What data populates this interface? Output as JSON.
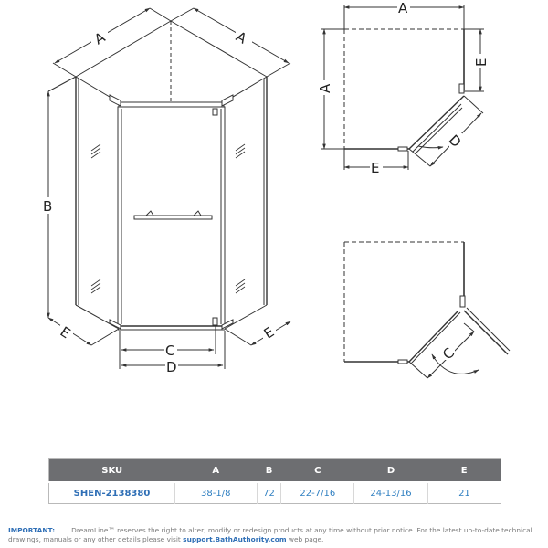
{
  "drawing": {
    "front_view": {
      "labels": {
        "a_left": "A",
        "a_right": "A",
        "b": "B",
        "c": "C",
        "d": "D",
        "e_left": "E",
        "e_right": "E"
      }
    },
    "top_view": {
      "labels": {
        "a_top": "A",
        "a_left": "A",
        "e_right": "E",
        "e_bottom": "E",
        "d": "D"
      }
    },
    "door_swing_view": {
      "labels": {
        "c": "C"
      }
    }
  },
  "spec_table": {
    "columns": [
      "SKU",
      "A",
      "B",
      "C",
      "D",
      "E"
    ],
    "rows": [
      [
        "SHEN-2138380",
        "38-1/8",
        "72",
        "22-7/16",
        "24-13/16",
        "21"
      ]
    ]
  },
  "notice": {
    "label": "IMPORTANT:",
    "text_before": "DreamLine™ reserves the right to alter, modify or redesign products at any time without prior notice. For the latest up-to-date technical drawings, manuals or any other details please visit ",
    "link": "support.BathAuthority.com",
    "text_after": " web page."
  },
  "colors": {
    "header_bg": "#6d6e71",
    "header_text": "#ffffff",
    "value_text": "#2f7fc1",
    "notice_accent": "#2f6fb6",
    "notice_text": "#7a7a7a",
    "line": "#333333"
  }
}
